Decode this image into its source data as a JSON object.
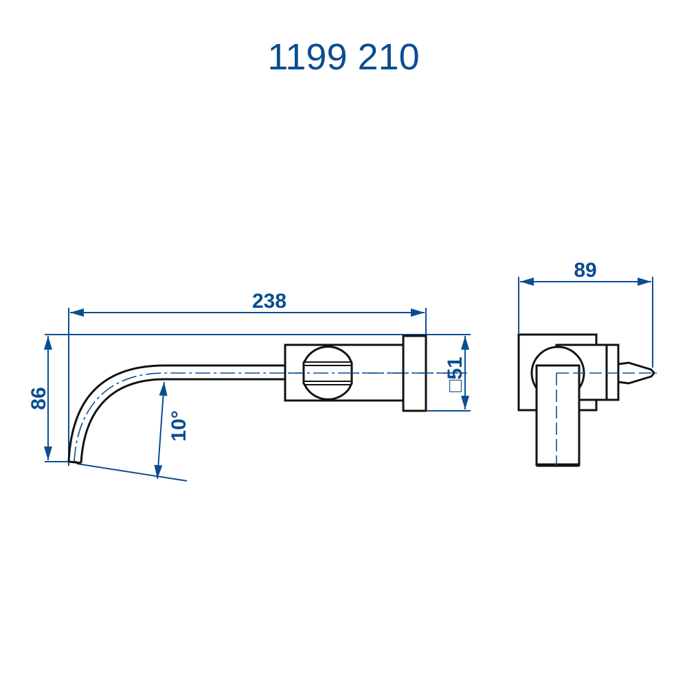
{
  "title": "1199 210",
  "colors": {
    "dimension": "#0a4d92",
    "outline": "#111111"
  },
  "side_view": {
    "length_dim": "238",
    "height_dim": "86",
    "angle_dim": "10°",
    "plate_dim": "□51"
  },
  "front_view": {
    "depth_dim": "89"
  }
}
